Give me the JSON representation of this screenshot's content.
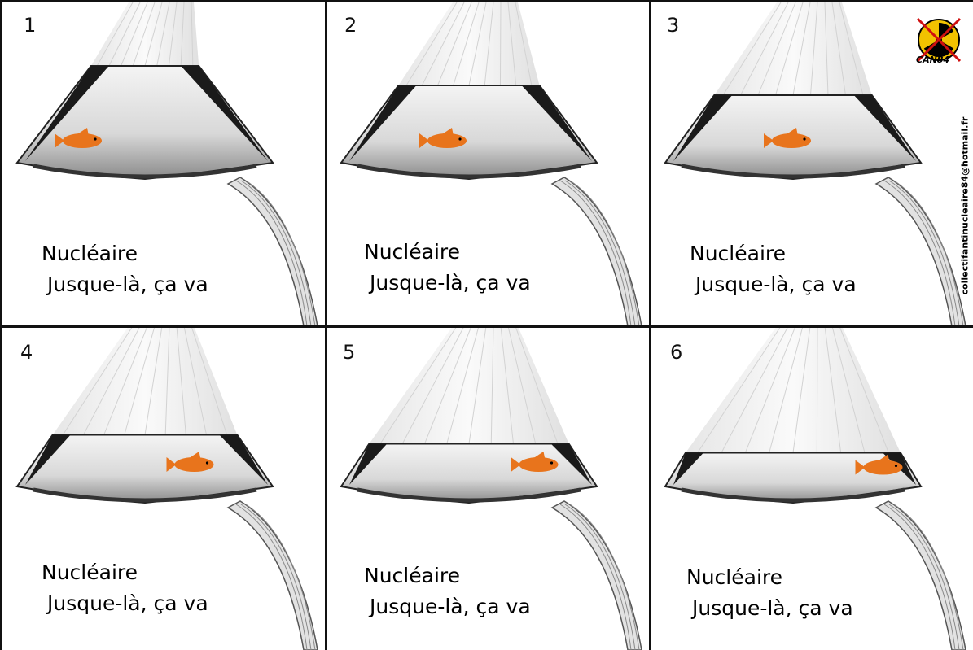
{
  "panels": [
    {
      "number": "1",
      "line1": "Nucléaire",
      "line2": "Jusque-là, ça va",
      "water_level": 0.0
    },
    {
      "number": "2",
      "line1": "Nucléaire",
      "line2": "Jusque-là, ça va",
      "water_level": 0.2
    },
    {
      "number": "3",
      "line1": "Nucléaire",
      "line2": "Jusque-là, ça va",
      "water_level": 0.3
    },
    {
      "number": "4",
      "line1": "Nucléaire",
      "line2": "Jusque-là, ça va",
      "water_level": 0.55
    },
    {
      "number": "5",
      "line1": "Nucléaire",
      "line2": "Jusque-là, ça va",
      "water_level": 0.65
    },
    {
      "number": "6",
      "line1": "Nucléaire",
      "line2": "Jusque-là, ça va",
      "water_level": 0.75
    }
  ],
  "logo": {
    "text": "CAN84",
    "icon": "radiation-crossed-out-icon"
  },
  "email": "collectifantinucleaire84@hotmail.fr",
  "colors": {
    "fish": "#e8741c",
    "logo_yellow": "#f2c200",
    "logo_cross": "#d01010",
    "border": "#111111"
  }
}
